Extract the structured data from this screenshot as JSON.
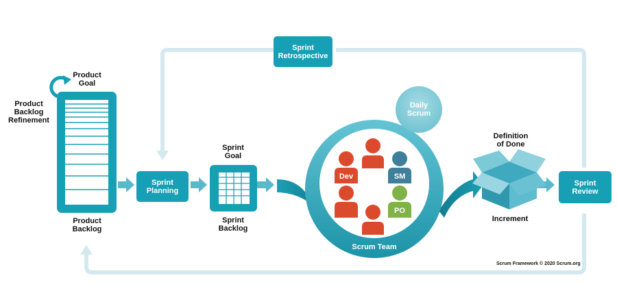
{
  "labels": {
    "product_goal": [
      "Product",
      "Goal"
    ],
    "refinement": [
      "Product",
      "Backlog",
      "Refinement"
    ],
    "product_backlog": [
      "Product",
      "Backlog"
    ],
    "sprint_goal": [
      "Sprint",
      "Goal"
    ],
    "sprint_backlog": [
      "Sprint",
      "Backlog"
    ],
    "definition_of_done": [
      "Definition",
      "of Done"
    ],
    "increment": "Increment",
    "scrum_team": "Scrum Team"
  },
  "boxes": {
    "sprint_planning": [
      "Sprint",
      "Planning"
    ],
    "sprint_retrospective": [
      "Sprint",
      "Retrospective"
    ],
    "sprint_review": [
      "Sprint",
      "Review"
    ],
    "daily_scrum": [
      "Daily",
      "Scrum"
    ]
  },
  "roles": {
    "dev": "Dev",
    "sm": "SM",
    "po": "PO"
  },
  "copyright": "Scrum Framework © 2020 Scrum.org",
  "colors": {
    "teal": "#17a0b5",
    "teal_dark": "#137f92",
    "light_arrow": "#d3e9ef",
    "dev": "#dc4a2e",
    "sm": "#3f7f9a",
    "po": "#7fb248",
    "text": "#111111"
  }
}
